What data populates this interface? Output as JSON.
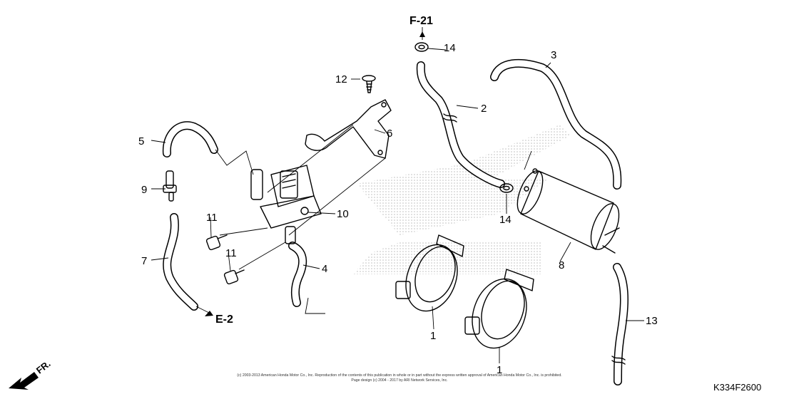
{
  "callouts": {
    "c1a": "1",
    "c1b": "1",
    "c2": "2",
    "c3": "3",
    "c4": "4",
    "c5": "5",
    "c6": "6",
    "c7": "7",
    "c8": "8",
    "c9": "9",
    "c10": "10",
    "c11a": "11",
    "c11b": "11",
    "c12": "12",
    "c13": "13",
    "c14a": "14",
    "c14b": "14"
  },
  "references": {
    "top": "F-21",
    "bottom": "E-2"
  },
  "front_marker": "FR.",
  "diagram_code": "K334F2600",
  "copyright_line1": "(c) 2003-2013 American Honda Motor Co., Inc. Reproduction of the contents of this publication in whole or in part without the express written approval of American Honda Motor Co., Inc. is prohibited.",
  "copyright_line2": "Page design (c) 2004 - 2017 by ARI Network Services, Inc.",
  "colors": {
    "line": "#000000",
    "watermark": "#c8c8c8",
    "background": "#ffffff"
  }
}
